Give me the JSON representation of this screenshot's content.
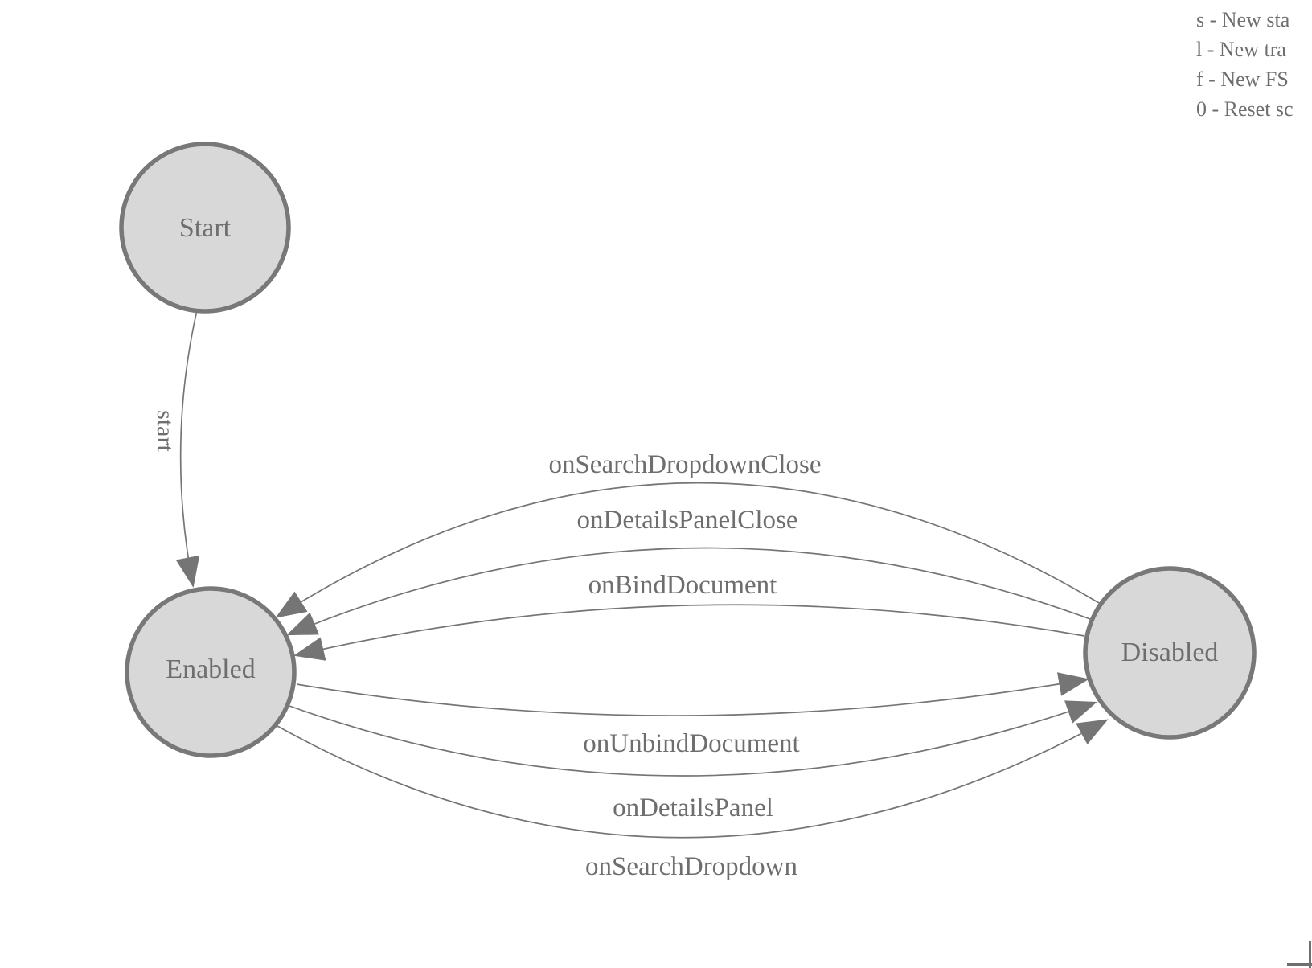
{
  "colors": {
    "state_fill": "#d8d8d8",
    "state_stroke": "#787878",
    "edge_stroke": "#757575",
    "text": "#6e6e6e",
    "background": "#ffffff"
  },
  "legend": {
    "lines": [
      "s - New sta",
      "l - New tra",
      "f - New FS",
      "0 - Reset sc"
    ]
  },
  "diagram": {
    "states": [
      {
        "id": "start",
        "label": "Start"
      },
      {
        "id": "enabled",
        "label": "Enabled"
      },
      {
        "id": "disabled",
        "label": "Disabled"
      }
    ],
    "transitions": [
      {
        "label": "start",
        "from": "Start",
        "to": "Enabled"
      },
      {
        "label": "onSearchDropdownClose",
        "from": "Disabled",
        "to": "Enabled"
      },
      {
        "label": "onDetailsPanelClose",
        "from": "Disabled",
        "to": "Enabled"
      },
      {
        "label": "onBindDocument",
        "from": "Disabled",
        "to": "Enabled"
      },
      {
        "label": "onUnbindDocument",
        "from": "Enabled",
        "to": "Disabled"
      },
      {
        "label": "onDetailsPanel",
        "from": "Enabled",
        "to": "Disabled"
      },
      {
        "label": "onSearchDropdown",
        "from": "Enabled",
        "to": "Disabled"
      }
    ]
  }
}
